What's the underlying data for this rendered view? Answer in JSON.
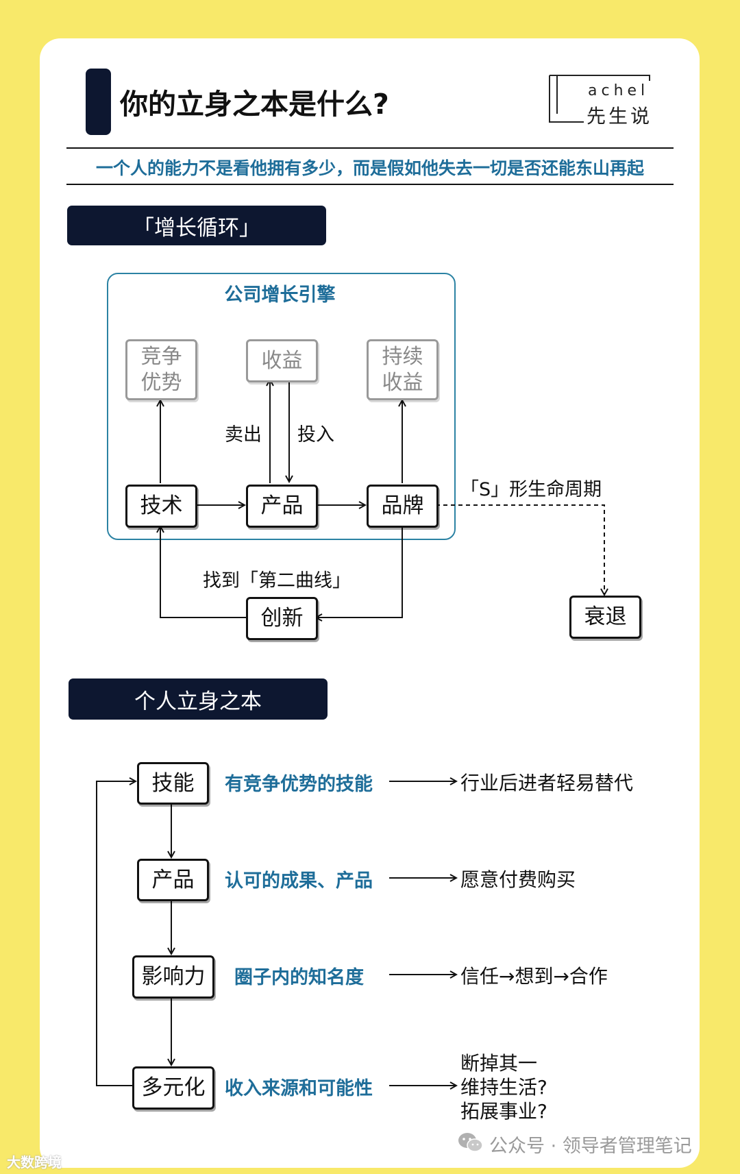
{
  "header": {
    "title": "你的立身之本是什么?",
    "logo_en": "achel",
    "logo_cn": "先生说",
    "subtitle": "一个人的能力不是看他拥有多少，而是假如他失去一切是否还能东山再起"
  },
  "section1": {
    "heading": "「增长循环」",
    "engine_label": "公司增长引擎",
    "top_boxes": [
      "竞争优势",
      "收益",
      "持续收益"
    ],
    "nodes": {
      "tech": "技术",
      "product": "产品",
      "brand": "品牌",
      "innovation": "创新",
      "decline": "衰退"
    },
    "edge_labels": {
      "sell": "卖出",
      "invest": "投入",
      "lifecycle": "「S」形生命周期",
      "second_curve": "找到「第二曲线」"
    }
  },
  "section2": {
    "heading": "个人立身之本",
    "rows": [
      {
        "node": "技能",
        "desc": "有竞争优势的技能",
        "result": "行业后进者轻易替代"
      },
      {
        "node": "产品",
        "desc": "认可的成果、产品",
        "result": "愿意付费购买"
      },
      {
        "node": "影响力",
        "desc": "圈子内的知名度",
        "result": "信任→想到→合作"
      },
      {
        "node": "多元化",
        "desc": "收入来源和可能性",
        "result_lines": [
          "断掉其一",
          "维持生活?",
          "拓展事业?"
        ]
      }
    ]
  },
  "footer": {
    "watermark_prefix": "公众号 ·",
    "watermark_name": "领导者管理笔记",
    "corner_mark": "大数跨境"
  }
}
